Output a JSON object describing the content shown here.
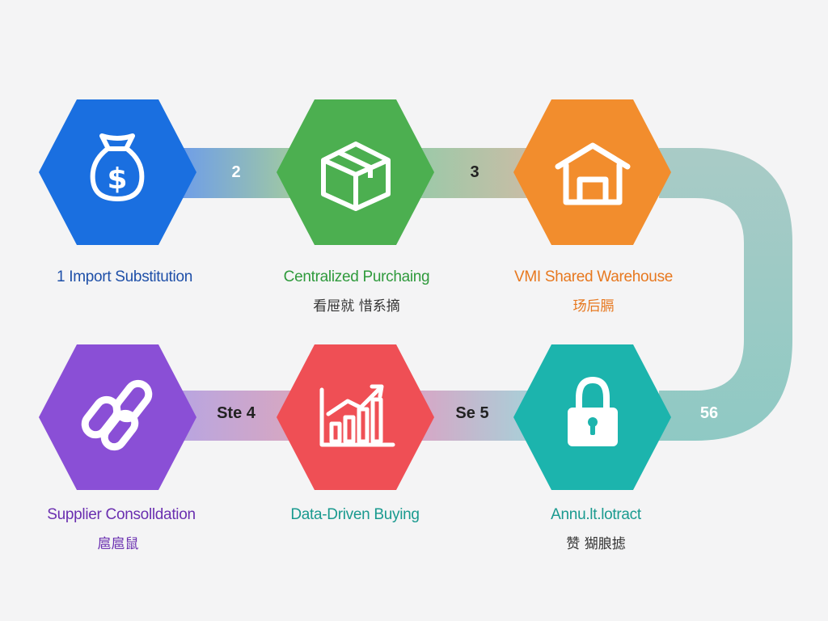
{
  "steps": [
    {
      "title": "1 Import Substitution",
      "subtitle": "",
      "color": "#1a6fe0",
      "icon": "money-bag-icon"
    },
    {
      "title": "Centralized Purchaing",
      "subtitle": "看屉就 惜系摘",
      "color": "#4caf50",
      "icon": "box-icon"
    },
    {
      "title": "VMI Shared Warehouse",
      "subtitle": "玚后膈",
      "color": "#f28d2d",
      "icon": "warehouse-icon"
    },
    {
      "title": "Supplier Consolldation",
      "subtitle": "扈扈鼠",
      "color": "#8a4fd6",
      "icon": "chain-link-icon"
    },
    {
      "title": "Data-Driven Buying",
      "subtitle": "",
      "color": "#ef4f55",
      "icon": "bar-chart-icon"
    },
    {
      "title": "Annu.lt.lotract",
      "subtitle": "赞 猢朖摅",
      "color": "#1cb4ad",
      "icon": "padlock-icon"
    }
  ],
  "connectors": [
    "2",
    "3",
    "Ste 4",
    "Se 5",
    "56"
  ],
  "colors": {
    "label_blue": "#1e4fa8",
    "label_green": "#2f9a3c",
    "label_orange": "#e7781f",
    "label_purple": "#6a2fb0",
    "label_teal": "#1a9a8f",
    "connector_white": "#ffffff",
    "connector_dark": "#222222"
  }
}
